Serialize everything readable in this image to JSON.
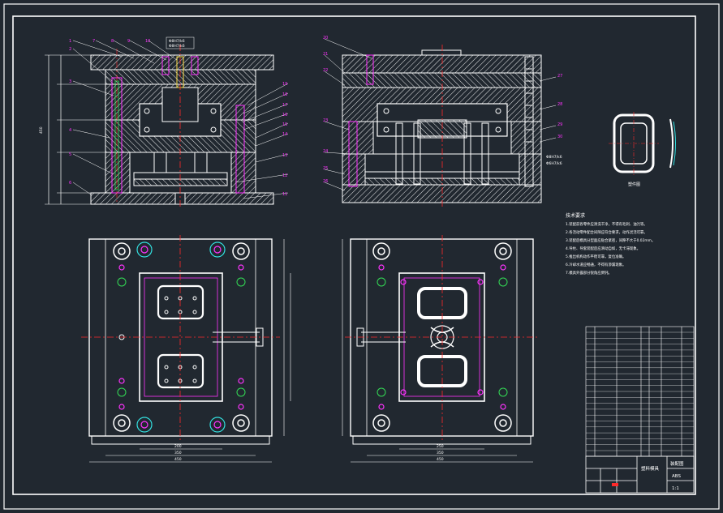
{
  "drawing": {
    "background": "#212830",
    "line_color": "#ffffff",
    "accent_red": "#ff2a2a",
    "accent_magenta": "#ff33ff",
    "accent_cyan": "#33e0e0",
    "accent_yellow": "#ffe14d",
    "accent_green": "#33dd55",
    "fit_labels": [
      "Φ8H7/k6",
      "Φ8H7/k6",
      "Φ8H7/k6",
      "Φ6H7/k6"
    ],
    "part_label": "塑件图",
    "tech_title": "技术要求",
    "tech_lines": [
      "1.装配前各零件应清洗干净，不得有毛刺、油污等。",
      "2.各活动零件配合间隙应符合要求，动作灵活可靠。",
      "3.装配后模具分型面应贴合紧密，间隙不大于0.02mm。",
      "4.导柱、导套装配后应滑动自如，无卡滞现象。",
      "5.推出机构动作平稳可靠，复位准确。",
      "6.冷却水道应畅通，不得有渗漏现象。",
      "7.模具外露部分锐角应倒钝。"
    ],
    "left_callouts": [
      "1",
      "2",
      "3",
      "4",
      "5",
      "6",
      "7",
      "8",
      "9",
      "10"
    ],
    "mid_callouts": [
      "11",
      "12",
      "13",
      "14",
      "15",
      "16",
      "17",
      "18",
      "19"
    ],
    "right_callouts": [
      "20",
      "21",
      "22",
      "23",
      "24",
      "25",
      "26",
      "27",
      "28",
      "29",
      "30"
    ],
    "dims_left": [
      "450",
      "350",
      "200"
    ],
    "dims_right": [
      "450",
      "350",
      "250"
    ],
    "title_block": {
      "name": "塑料模具",
      "sheet": "装配图",
      "material": "ABS",
      "scale": "1:1"
    }
  }
}
